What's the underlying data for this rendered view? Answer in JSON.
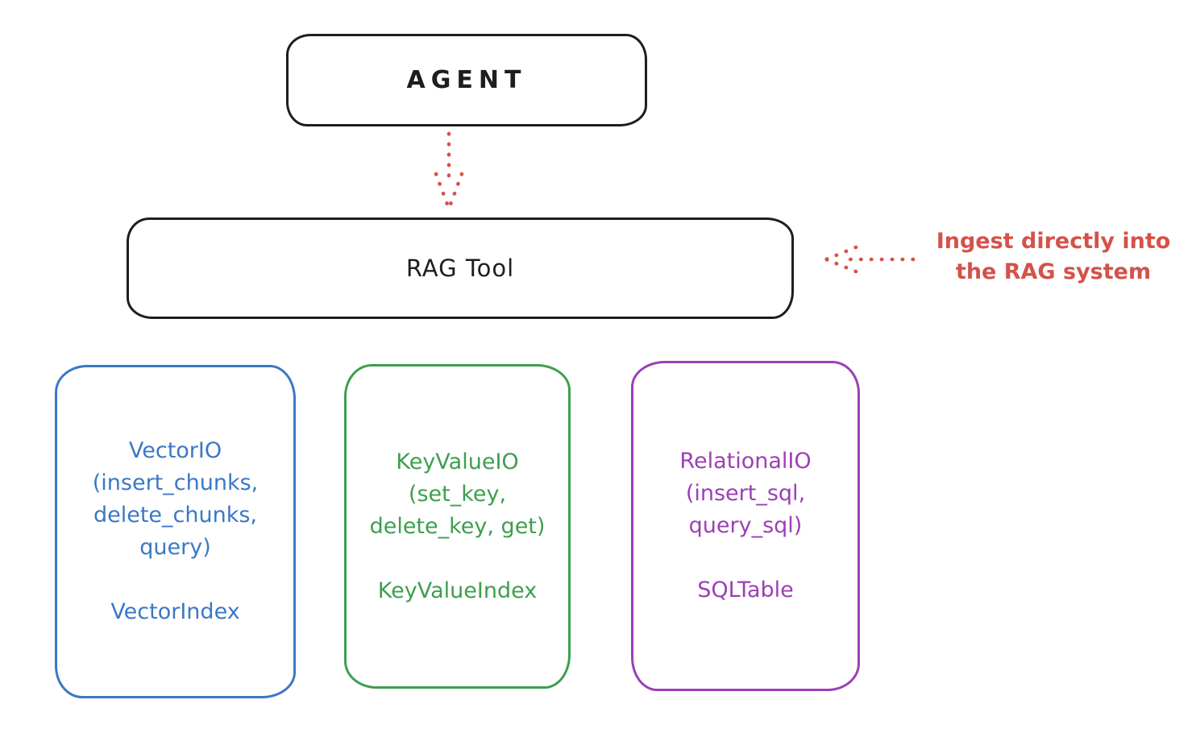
{
  "colors": {
    "background": "#ffffff",
    "ink": "#1e1e1e",
    "red": "#d4524a",
    "blue": "#3b78c5",
    "green": "#3f9e4f",
    "purple": "#9c3fb5"
  },
  "agent": {
    "label": "AGENT"
  },
  "rag_tool": {
    "label": "RAG Tool"
  },
  "annotation": {
    "line1": "Ingest directly into",
    "line2": "the RAG system"
  },
  "io_boxes": [
    {
      "id": "vector-io",
      "color": "#3b78c5",
      "lines": [
        "VectorIO",
        "(insert_chunks,",
        "delete_chunks,",
        "query)"
      ],
      "index_label": "VectorIndex"
    },
    {
      "id": "keyvalue-io",
      "color": "#3f9e4f",
      "lines": [
        "KeyValueIO",
        "(set_key,",
        "delete_key, get)"
      ],
      "index_label": "KeyValueIndex"
    },
    {
      "id": "relational-io",
      "color": "#9c3fb5",
      "lines": [
        "RelationalIO",
        "(insert_sql,",
        "query_sql)"
      ],
      "index_label": "SQLTable"
    }
  ]
}
